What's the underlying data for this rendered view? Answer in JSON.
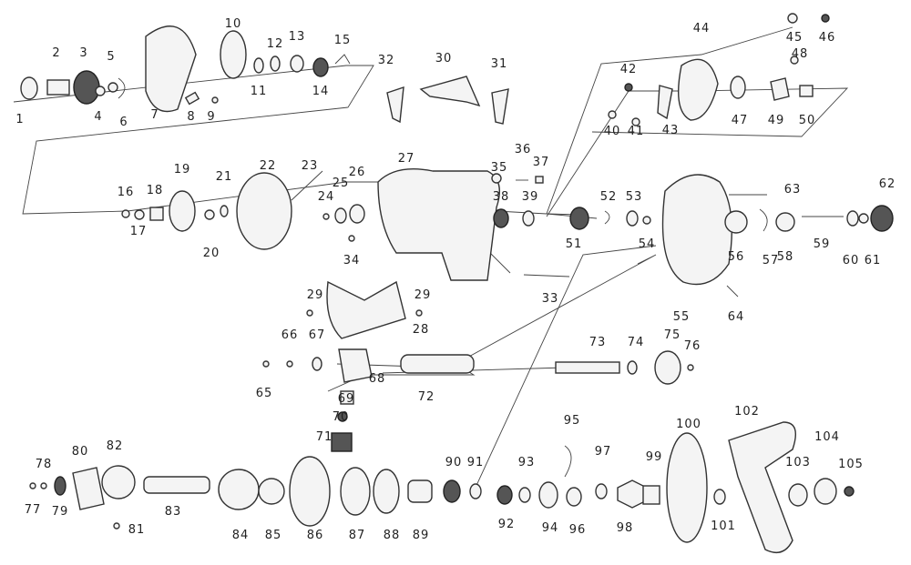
{
  "diagram": {
    "type": "exploded-parts-diagram",
    "labels": [
      "1",
      "2",
      "3",
      "4",
      "5",
      "6",
      "7",
      "8",
      "9",
      "10",
      "11",
      "12",
      "13",
      "14",
      "15",
      "16",
      "17",
      "18",
      "19",
      "20",
      "21",
      "22",
      "23",
      "24",
      "25",
      "26",
      "27",
      "28",
      "29",
      "29",
      "30",
      "31",
      "32",
      "33",
      "34",
      "35",
      "36",
      "37",
      "38",
      "39",
      "40",
      "41",
      "42",
      "43",
      "44",
      "45",
      "46",
      "47",
      "48",
      "49",
      "50",
      "51",
      "52",
      "53",
      "54",
      "55",
      "56",
      "57",
      "58",
      "59",
      "60",
      "61",
      "62",
      "63",
      "64",
      "65",
      "66",
      "67",
      "68",
      "69",
      "70",
      "71",
      "72",
      "73",
      "74",
      "75",
      "76",
      "77",
      "78",
      "79",
      "80",
      "81",
      "82",
      "83",
      "84",
      "85",
      "86",
      "87",
      "88",
      "89",
      "90",
      "91",
      "92",
      "93",
      "94",
      "95",
      "96",
      "97",
      "98",
      "99",
      "100",
      "101",
      "102",
      "103",
      "104",
      "105"
    ]
  }
}
